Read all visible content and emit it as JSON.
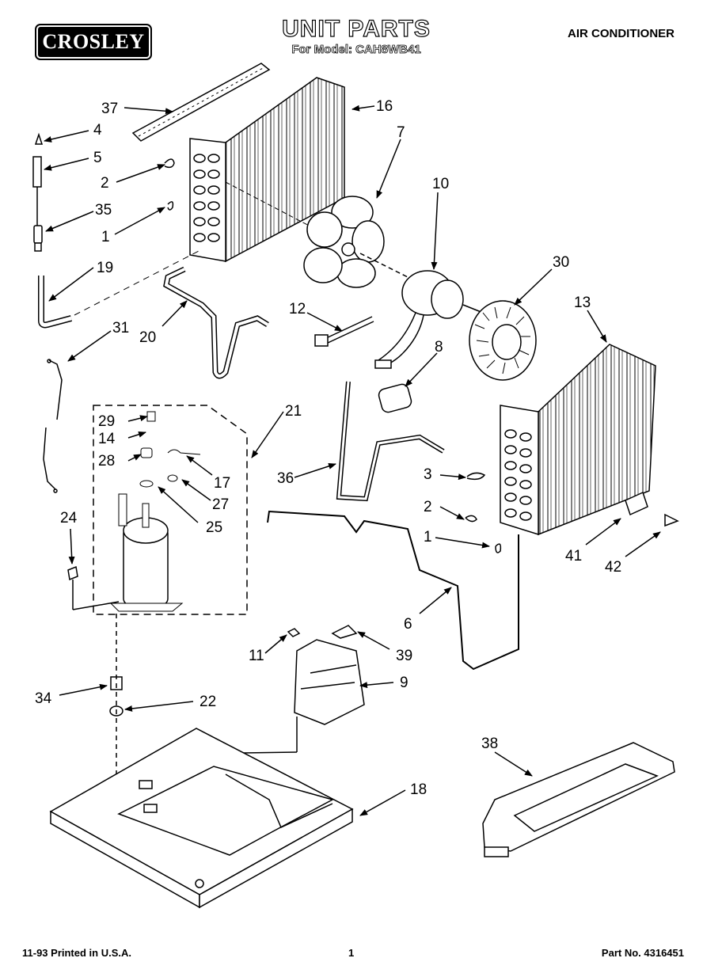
{
  "brand": "CROSLEY",
  "header": {
    "title": "UNIT PARTS",
    "subtitle": "For Model: CAH8WB41",
    "category": "AIR CONDITIONER"
  },
  "footer": {
    "printed": "11-93 Printed in U.S.A.",
    "page": "1",
    "part_number": "Part No. 4316451"
  },
  "callouts": {
    "c37": "37",
    "c16": "16",
    "c4": "4",
    "c5": "5",
    "c7": "7",
    "c2a": "2",
    "c35": "35",
    "c1a": "1",
    "c10": "10",
    "c19": "19",
    "c30": "30",
    "c13": "13",
    "c12": "12",
    "c31": "31",
    "c20": "20",
    "c8": "8",
    "c21": "21",
    "c29": "29",
    "c14": "14",
    "c28": "28",
    "c17": "17",
    "c36": "36",
    "c3": "3",
    "c27": "27",
    "c25": "25",
    "c2b": "2",
    "c24": "24",
    "c1b": "1",
    "c41": "41",
    "c42": "42",
    "c6": "6",
    "c11": "11",
    "c39": "39",
    "c9": "9",
    "c34": "34",
    "c22": "22",
    "c38": "38",
    "c18": "18"
  }
}
